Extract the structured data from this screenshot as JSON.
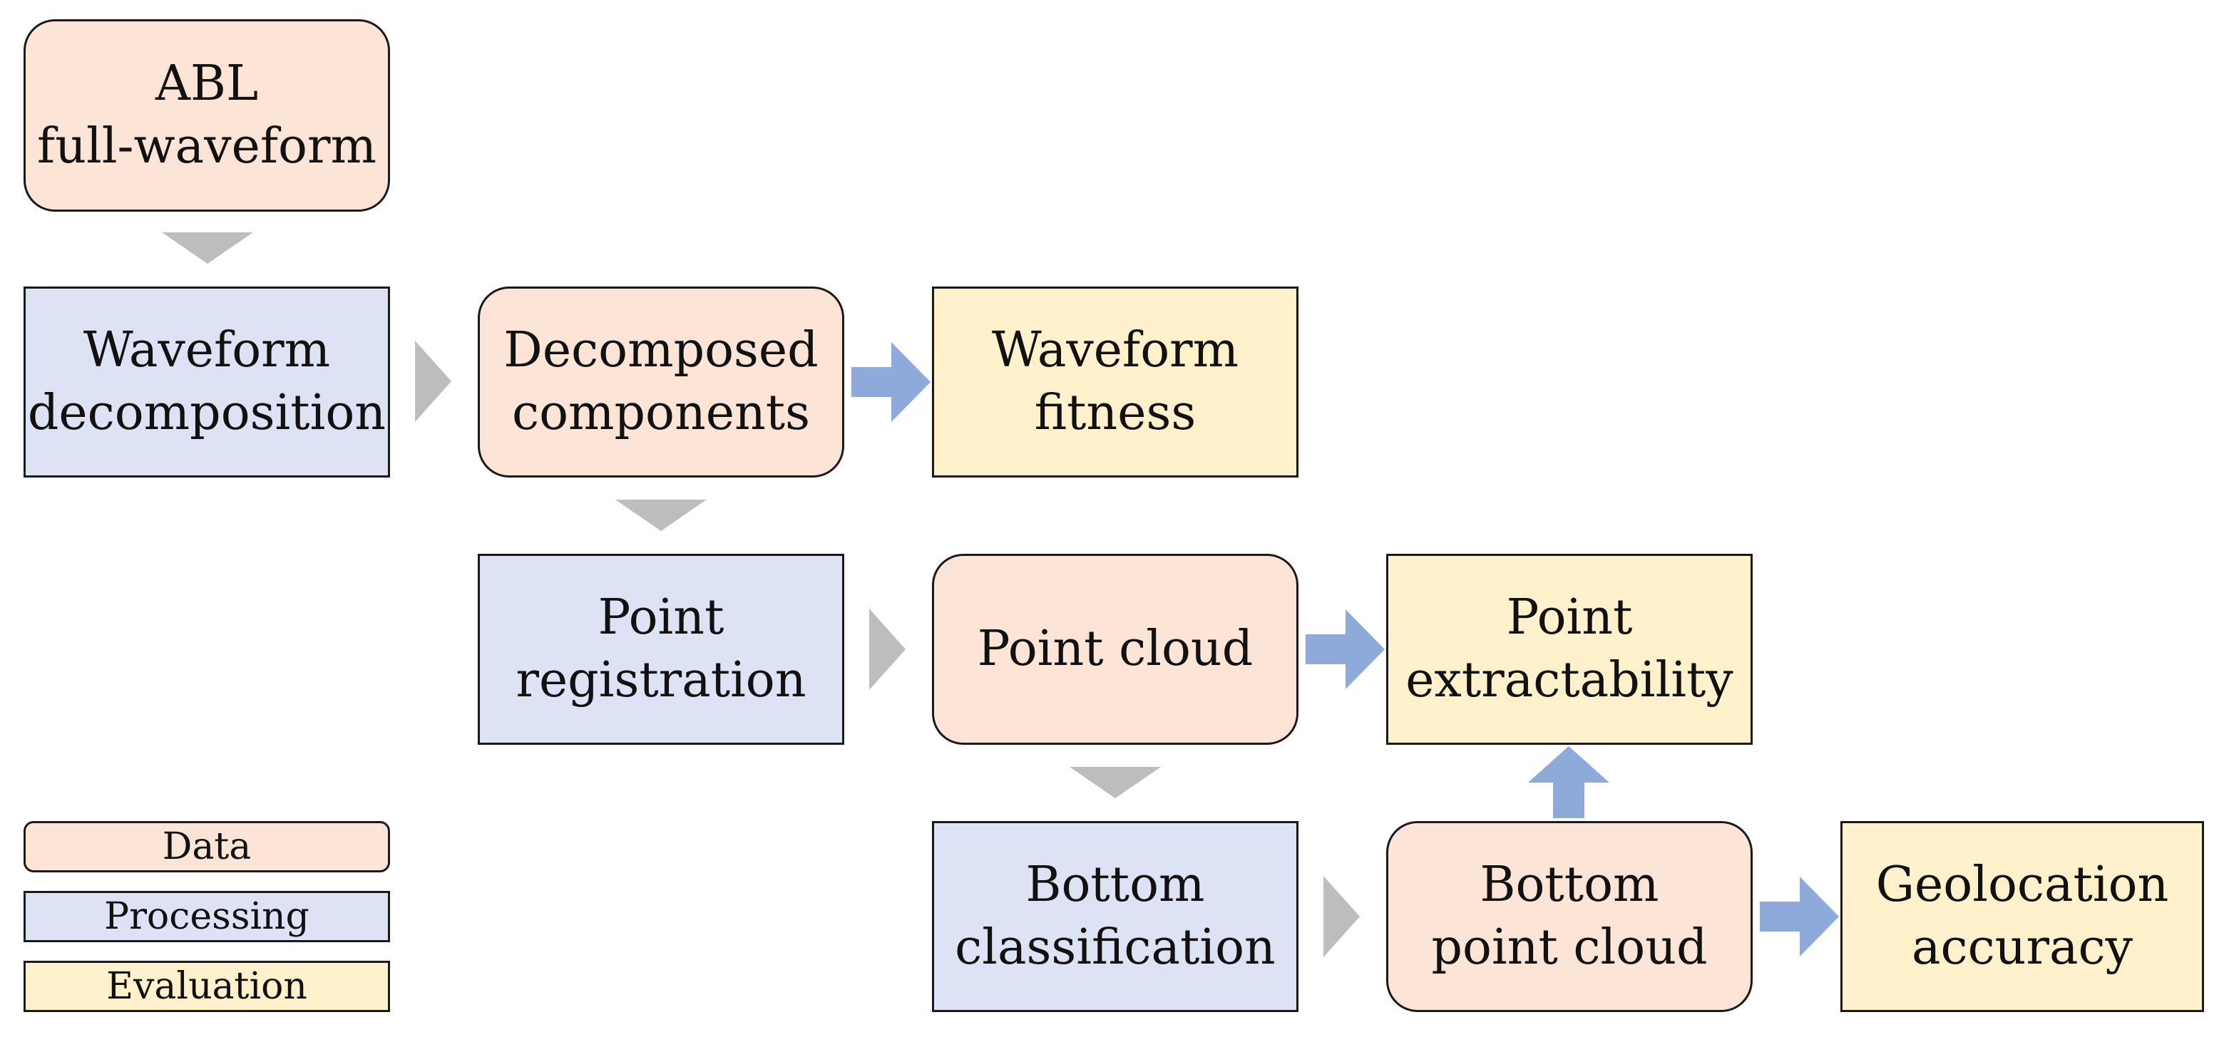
{
  "colors": {
    "data": "#fce4d6",
    "processing": "#dde3f4",
    "evaluation": "#fff1cc",
    "process_arrow": "#bdbdbd",
    "evaluation_arrow": "#8eaadb"
  },
  "nodes": {
    "abl_full_waveform": {
      "type": "data",
      "lines": [
        "ABL",
        "full-waveform"
      ]
    },
    "waveform_decomposition": {
      "type": "processing",
      "lines": [
        "Waveform",
        "decomposition"
      ]
    },
    "decomposed_components": {
      "type": "data",
      "lines": [
        "Decomposed",
        "components"
      ]
    },
    "waveform_fitness": {
      "type": "evaluation",
      "lines": [
        "Waveform",
        "fitness"
      ]
    },
    "point_registration": {
      "type": "processing",
      "lines": [
        "Point",
        "registration"
      ]
    },
    "point_cloud": {
      "type": "data",
      "lines": [
        "Point cloud"
      ]
    },
    "point_extractability": {
      "type": "evaluation",
      "lines": [
        "Point",
        "extractability"
      ]
    },
    "bottom_classification": {
      "type": "processing",
      "lines": [
        "Bottom",
        "classification"
      ]
    },
    "bottom_point_cloud": {
      "type": "data",
      "lines": [
        "Bottom",
        "point cloud"
      ]
    },
    "geolocation_accuracy": {
      "type": "evaluation",
      "lines": [
        "Geolocation",
        "accuracy"
      ]
    }
  },
  "legend": {
    "data": "Data",
    "processing": "Processing",
    "evaluation": "Evaluation"
  },
  "edges": [
    {
      "from": "abl_full_waveform",
      "to": "waveform_decomposition",
      "style": "process"
    },
    {
      "from": "waveform_decomposition",
      "to": "decomposed_components",
      "style": "process"
    },
    {
      "from": "decomposed_components",
      "to": "waveform_fitness",
      "style": "evaluation"
    },
    {
      "from": "decomposed_components",
      "to": "point_registration",
      "style": "process"
    },
    {
      "from": "point_registration",
      "to": "point_cloud",
      "style": "process"
    },
    {
      "from": "point_cloud",
      "to": "point_extractability",
      "style": "evaluation"
    },
    {
      "from": "point_cloud",
      "to": "bottom_classification",
      "style": "process"
    },
    {
      "from": "bottom_classification",
      "to": "bottom_point_cloud",
      "style": "process"
    },
    {
      "from": "bottom_point_cloud",
      "to": "point_extractability",
      "style": "evaluation"
    },
    {
      "from": "bottom_point_cloud",
      "to": "geolocation_accuracy",
      "style": "evaluation"
    }
  ]
}
